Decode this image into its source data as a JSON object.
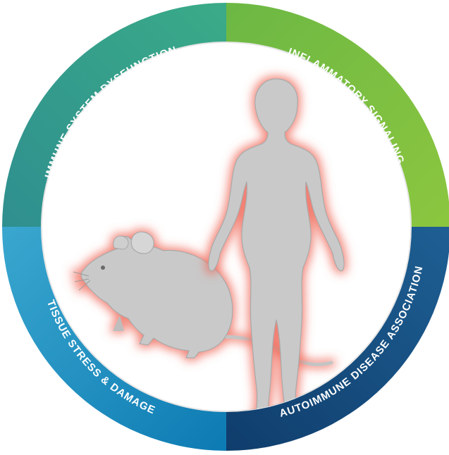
{
  "segments": [
    {
      "label": "IMMUNE SYSTEM DYSFUNCTION",
      "color_start": "#2f9a8c",
      "color_end": "#3cad86"
    },
    {
      "label": "INFLAMMATORY SIGNALING",
      "color_start": "#74bb45",
      "color_end": "#8cc63f"
    },
    {
      "label": "AUTOIMMUNE DISEASE ASSOCIATION",
      "color_start": "#1a5a8e",
      "color_end": "#0e3b69"
    },
    {
      "label": "TISSUE STRESS & DAMAGE",
      "color_start": "#35a3cc",
      "color_end": "#0f7fb6"
    }
  ],
  "figures": {
    "human": "human-silhouette",
    "mouse": "mouse-silhouette",
    "glow_color": "#ef6b5b",
    "figure_color": "#c9c9c9"
  }
}
